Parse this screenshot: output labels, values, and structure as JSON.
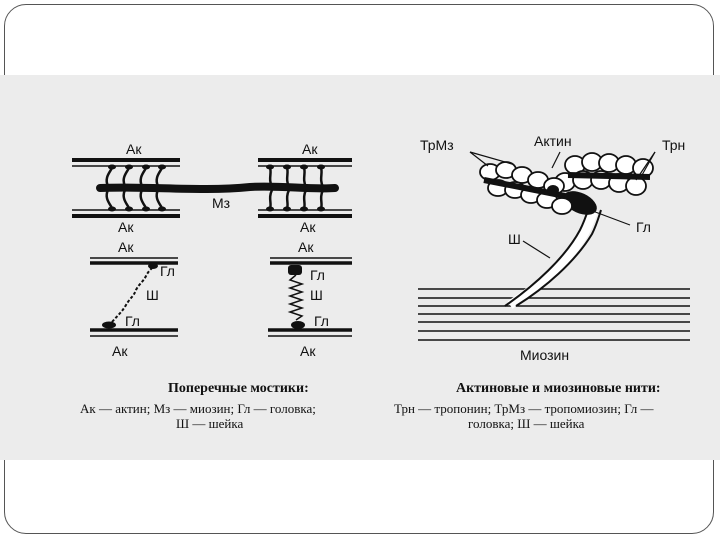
{
  "left": {
    "labels": {
      "ak_top_left": "Ак",
      "ak_top_right": "Ак",
      "mz": "Мз",
      "ak_mid_left": "Ак",
      "ak_mid_right": "Ак",
      "ak_low_left": "Ак",
      "ak_low_right": "Ак",
      "ak_bot_left": "Ак",
      "ak_bot_right": "Ак",
      "gl_1": "Гл",
      "sh_1": "Ш",
      "gl_2": "Гл",
      "gl_3": "Гл",
      "sh_2": "Ш",
      "gl_4": "Гл"
    },
    "caption_title": "Поперечные мостики:",
    "caption_line1": "Ак — актин; Мз — миозин; Гл — головка;",
    "caption_line2": "Ш — шейка"
  },
  "right": {
    "labels": {
      "trmz": "ТрМз",
      "aktin": "Актин",
      "trn": "Трн",
      "gl": "Гл",
      "sh": "Ш",
      "miozin": "Миозин"
    },
    "caption_title": "Актиновые и миозиновые нити:",
    "caption_line1": "Трн — тропонин; ТрМз — тропомиозин; Гл —",
    "caption_line2": "головка; Ш — шейка"
  }
}
